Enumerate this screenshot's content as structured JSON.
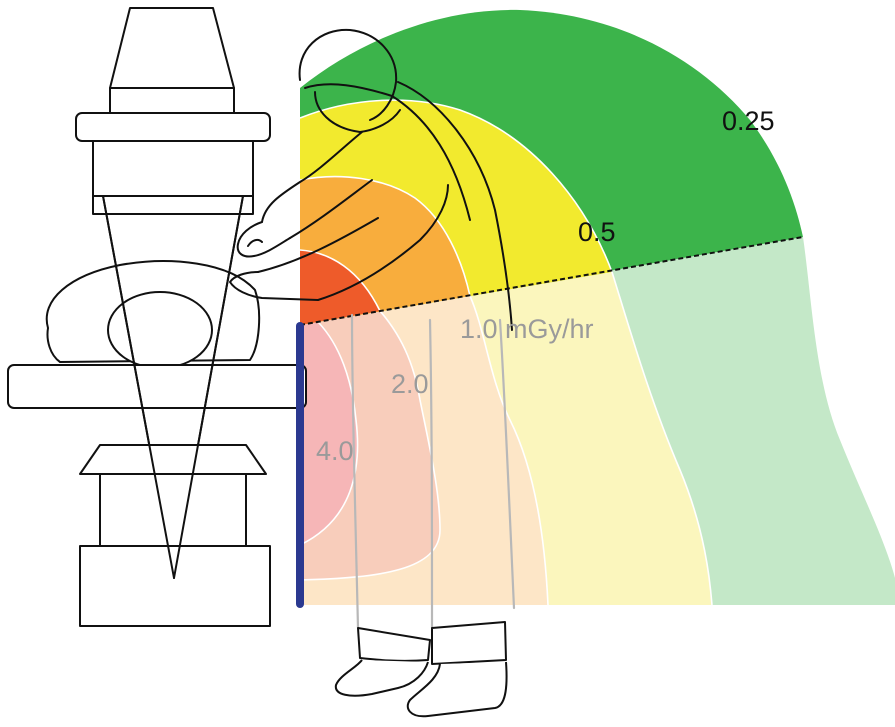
{
  "colors": {
    "zone_0_25_upper": "#3cb44b",
    "zone_0_5_upper": "#f2ea2e",
    "zone_1_0_upper": "#f8ad3d",
    "zone_2_0_upper": "#ee5b2a",
    "zone_0_25_lower": "#c4e8c8",
    "zone_0_5_lower": "#fbf6bd",
    "zone_1_0_lower": "#fde6c7",
    "zone_2_0_lower": "#f8cdbb",
    "zone_4_0_lower": "#f6b6b7",
    "shield": "#2b3990",
    "ink": "#111111",
    "ghost": "#b8b8b8"
  },
  "isodose_labels": {
    "label_025": "0.25",
    "label_05": "0.5",
    "label_10": "1.0 mGy/hr",
    "label_20": "2.0",
    "label_40": "4.0"
  },
  "icons": [
    "x-ray-tube-icon",
    "image-intensifier-icon",
    "patient-icon",
    "operator-icon",
    "lead-shield-icon"
  ]
}
